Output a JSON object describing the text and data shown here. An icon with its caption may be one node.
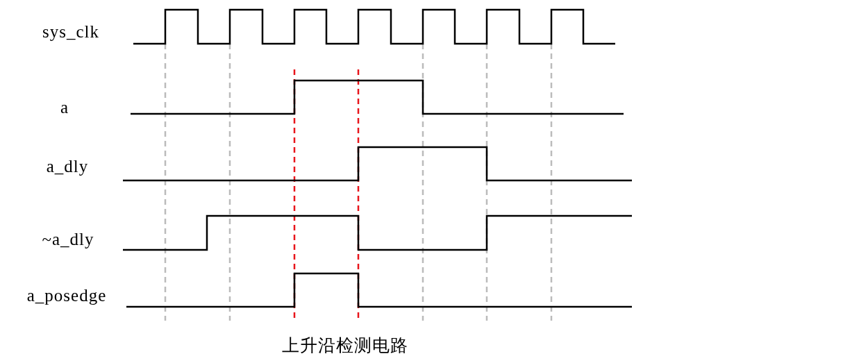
{
  "diagram": {
    "caption": "上升沿检测电路",
    "labels": [
      "sys_clk",
      "a",
      "a_dly",
      "~a_dly",
      "a_posedge"
    ]
  }
}
